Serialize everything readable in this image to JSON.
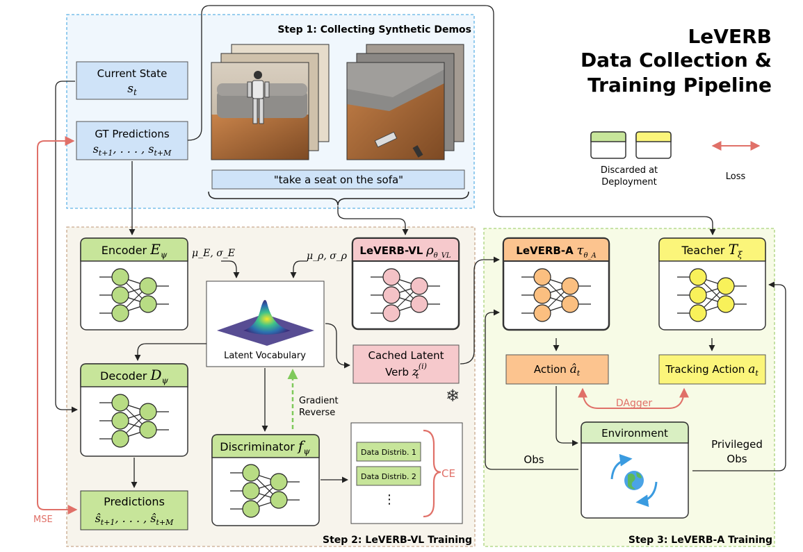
{
  "title": {
    "line1": "LeVERB",
    "line2": "Data Collection &",
    "line3": "Training Pipeline"
  },
  "step1": {
    "title": "Step 1: Collecting Synthetic Demos",
    "current_state": {
      "label": "Current State",
      "symbol": "s",
      "sub": "t"
    },
    "gt_predictions": {
      "label": "GT Predictions",
      "formula": "s_{t+1}, . . . , s_{t+M}"
    },
    "instruction": "\"take a seat on the sofa\""
  },
  "legend": {
    "discarded": "Discarded at Deployment",
    "discarded_line1": "Discarded at",
    "discarded_line2": "Deployment",
    "loss": "Loss"
  },
  "step2": {
    "title": "Step 2: LeVERB-VL Training",
    "encoder": {
      "label": "Encoder",
      "symbol": "E",
      "sub": "ψ"
    },
    "decoder": {
      "label": "Decoder",
      "symbol": "D",
      "sub": "ψ"
    },
    "predictions": {
      "label": "Predictions",
      "formula": "ŝ_{t+1}, . . . , ŝ_{t+M}"
    },
    "vl": {
      "label": "LeVERB-VL",
      "symbol": "ρ",
      "sub": "θ_VL"
    },
    "mu_e": "μ_E, σ_E",
    "mu_rho": "μ_ρ, σ_ρ",
    "latent_vocab": "Latent Vocabulary",
    "cached_latent": {
      "line1": "Cached Latent",
      "line2": "Verb",
      "symbol": "z",
      "sub": "t",
      "sup": "(i)"
    },
    "gradient_reverse": {
      "line1": "Gradient",
      "line2": "Reverse"
    },
    "discriminator": {
      "label": "Discriminator",
      "symbol": "f",
      "sub": "ψ"
    },
    "distributions": [
      "Data Distrib. 1",
      "Data Distrib. 2"
    ],
    "ellipsis": "⋮",
    "ce": "CE",
    "mse": "MSE",
    "snowflake": "❄"
  },
  "step3": {
    "title": "Step 3: LeVERB-A Training",
    "leverb_a": {
      "label": "LeVERB-A",
      "symbol": "τ",
      "sub": "θ_A"
    },
    "teacher": {
      "label": "Teacher",
      "symbol": "T",
      "sub": "ξ"
    },
    "action": {
      "label": "Action",
      "symbol": "â",
      "sub": "t"
    },
    "tracking_action": {
      "label": "Tracking Action",
      "symbol": "a",
      "sub": "t"
    },
    "dagger": "DAgger",
    "environment": "Environment",
    "obs": "Obs",
    "privileged_obs": {
      "line1": "Privileged",
      "line2": "Obs"
    }
  },
  "colors": {
    "green_header": "#c7e59a",
    "pink_header": "#f6c9cc",
    "orange_header": "#fcc48f",
    "yellow_header": "#fbf57a",
    "blue_box": "#cfe3f8",
    "loss_red": "#e07068",
    "green_node": "#b8dc84",
    "pink_node": "#f4c2c6",
    "orange_node": "#fbbf80",
    "yellow_node": "#f8f15a"
  }
}
